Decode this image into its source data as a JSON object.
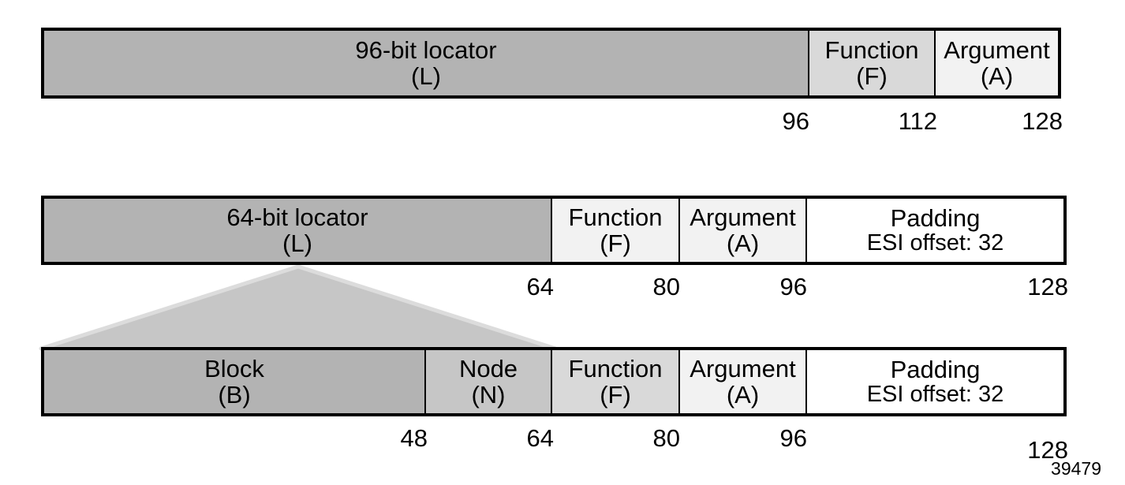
{
  "figure": {
    "number": "39479",
    "colors": {
      "locator_fill": "#b3b3b3",
      "node_fill": "#c6c6c6",
      "function_fill": "#d9d9d9",
      "argument_fill": "#f2f2f2",
      "padding_fill": "#ffffff",
      "outline": "#000000",
      "funnel_fill": "#c6c6c6",
      "funnel_edge": "#d9d9d9"
    }
  },
  "rows": [
    {
      "id": "row-96-bit-locator",
      "fields": [
        {
          "name": "locator",
          "title": "96-bit locator",
          "sub": "(L)",
          "fill": "locator_fill"
        },
        {
          "name": "function",
          "title": "Function",
          "sub": "(F)",
          "fill": "function_fill"
        },
        {
          "name": "argument",
          "title": "Argument",
          "sub": "(A)",
          "fill": "argument_fill"
        }
      ],
      "ticks": [
        "96",
        "112",
        "128"
      ]
    },
    {
      "id": "row-64-bit-locator",
      "fields": [
        {
          "name": "locator",
          "title": "64-bit locator",
          "sub": "(L)",
          "fill": "locator_fill"
        },
        {
          "name": "function",
          "title": "Function",
          "sub": "(F)",
          "fill": "argument_fill"
        },
        {
          "name": "argument",
          "title": "Argument",
          "sub": "(A)",
          "fill": "argument_fill"
        },
        {
          "name": "padding",
          "title": "Padding",
          "sub": "ESI offset: 32",
          "fill": "padding_fill"
        }
      ],
      "ticks": [
        "64",
        "80",
        "96",
        "128"
      ]
    },
    {
      "id": "row-block-node",
      "fields": [
        {
          "name": "block",
          "title": "Block",
          "sub": "(B)",
          "fill": "locator_fill"
        },
        {
          "name": "node",
          "title": "Node",
          "sub": "(N)",
          "fill": "node_fill"
        },
        {
          "name": "function",
          "title": "Function",
          "sub": "(F)",
          "fill": "function_fill"
        },
        {
          "name": "argument",
          "title": "Argument",
          "sub": "(A)",
          "fill": "argument_fill"
        },
        {
          "name": "padding",
          "title": "Padding",
          "sub": "ESI offset: 32",
          "fill": "padding_fill"
        }
      ],
      "ticks": [
        "48",
        "64",
        "80",
        "96",
        "128"
      ]
    }
  ]
}
